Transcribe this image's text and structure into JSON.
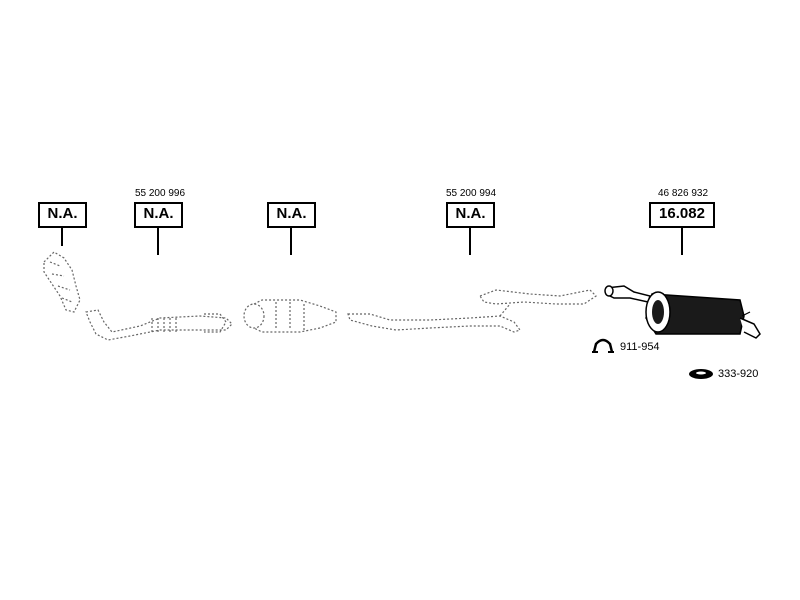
{
  "parts": [
    {
      "id": "p1",
      "number": "",
      "label": "N.A."
    },
    {
      "id": "p2",
      "number": "55 200 996",
      "label": "N.A."
    },
    {
      "id": "p3",
      "number": "",
      "label": "N.A."
    },
    {
      "id": "p4",
      "number": "55 200 994",
      "label": "N.A."
    },
    {
      "id": "p5",
      "number": "46 826 932",
      "label": "16.082"
    }
  ],
  "accessories": [
    {
      "id": "clamp",
      "code": "911-954",
      "icon": "clamp-icon"
    },
    {
      "id": "hanger",
      "code": "333-920",
      "icon": "rubber-hanger-icon"
    }
  ]
}
